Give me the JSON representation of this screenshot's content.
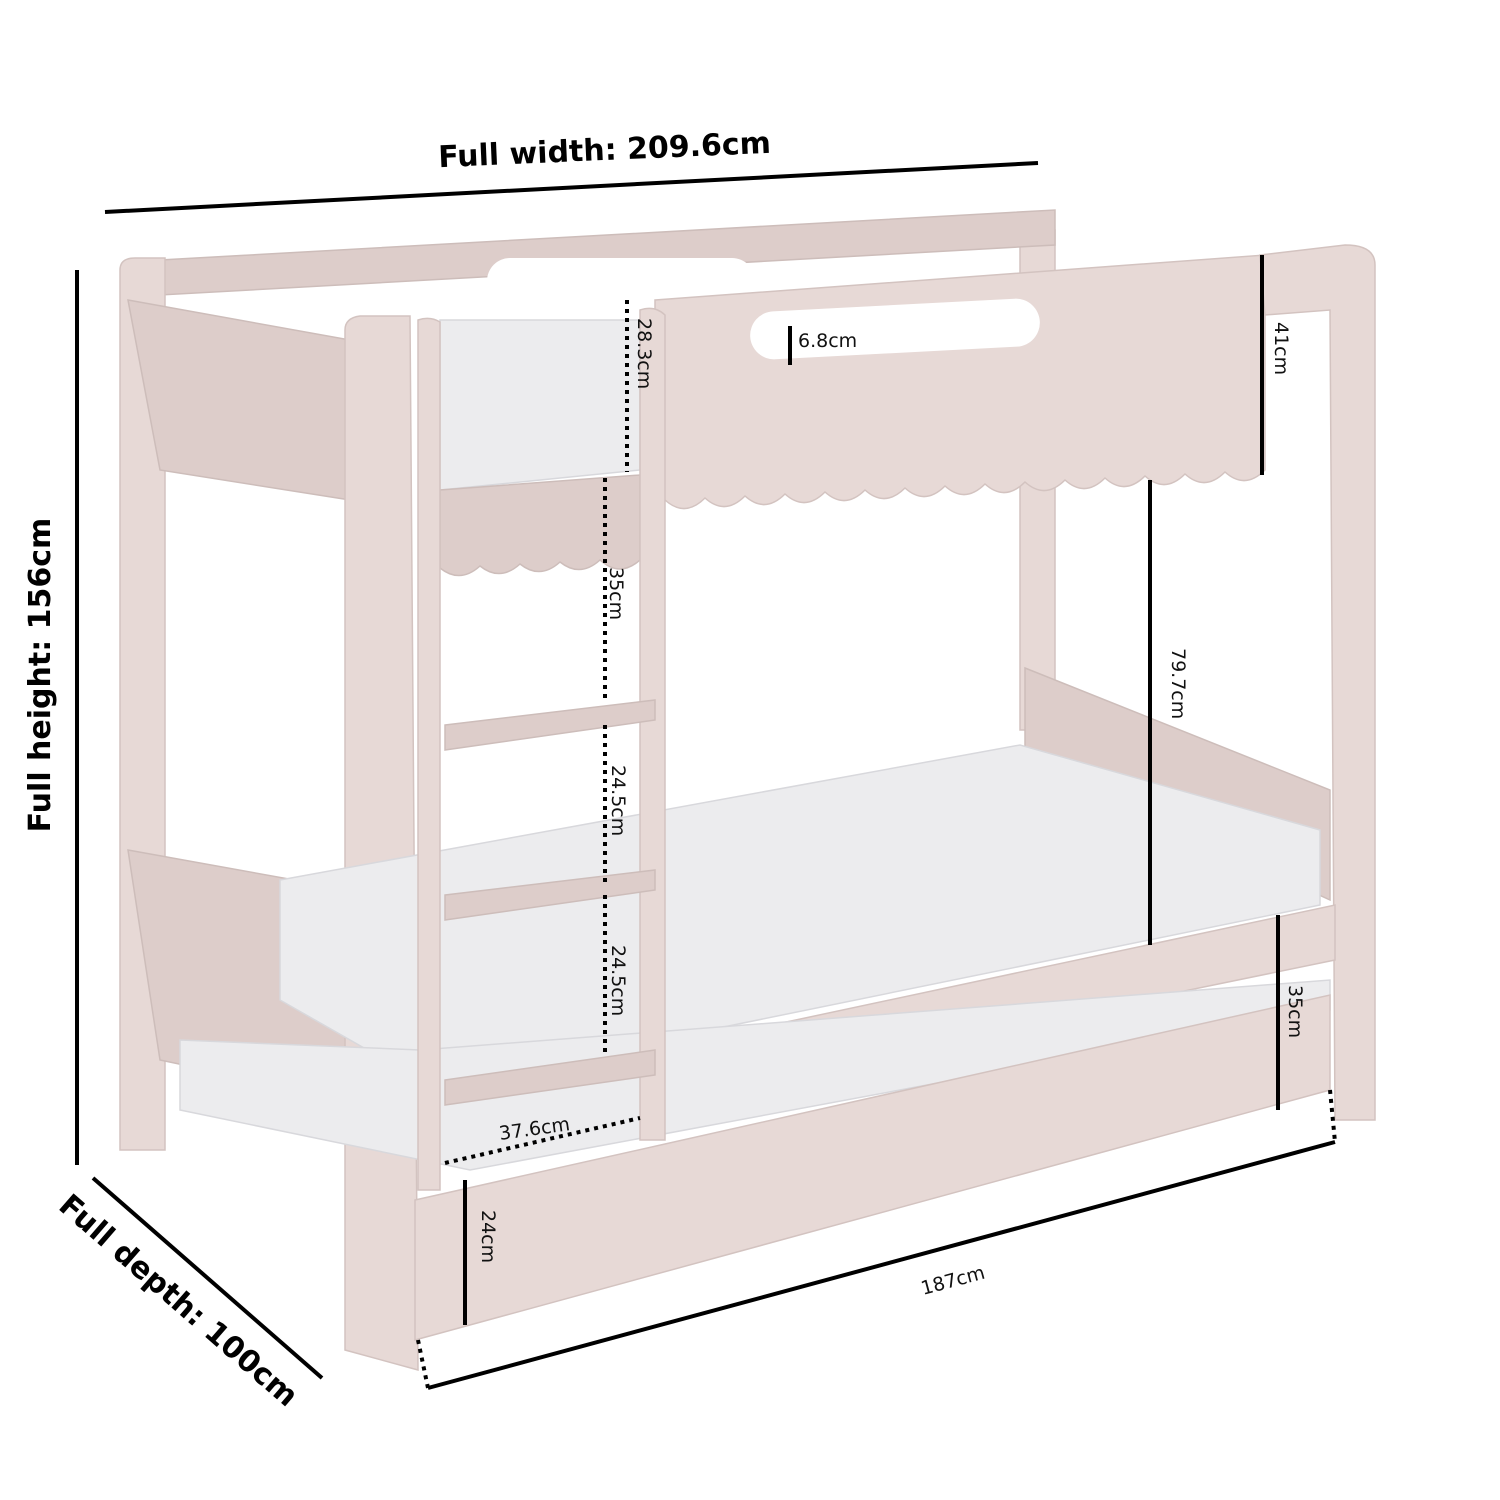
{
  "dimensions": {
    "full_width": "Full width: 209.6cm",
    "full_height": "Full height: 156cm",
    "full_depth": "Full depth: 100cm",
    "handle_height": "6.8cm",
    "top_guard_height": "41cm",
    "top_mattress_gap": "28.3cm",
    "ladder_top_step": "35cm",
    "bunk_clearance": "79.7cm",
    "ladder_step_1": "24.5cm",
    "ladder_step_2": "24.5cm",
    "lower_bed_height": "35cm",
    "ladder_width": "37.6cm",
    "trundle_height": "24cm",
    "bed_length": "187cm"
  },
  "colors": {
    "wood": "#e7d9d6",
    "mattress": "#ececee",
    "lines": "#000000"
  }
}
